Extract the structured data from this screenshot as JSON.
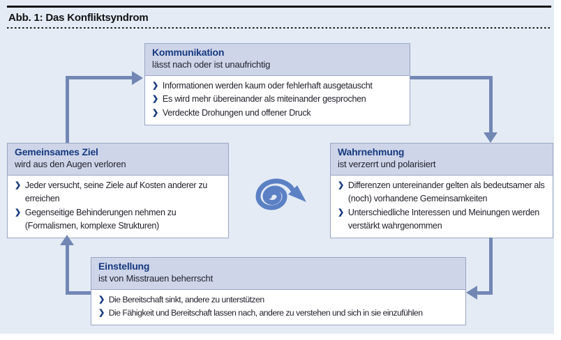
{
  "figure": {
    "label": "Abb. 1: Das Konfliktsyndrom"
  },
  "glyphs": {
    "chevron": "❯"
  },
  "colors": {
    "background": "#e4ebf5",
    "box_header_bg": "#ced5e9",
    "box_border": "#9aa5c4",
    "accent_navy": "#16397f",
    "arrow": "#7287b4",
    "spiral": "#5b80c4"
  },
  "boxes": {
    "kommunikation": {
      "title": "Kommunikation",
      "subtitle": "lässt nach oder ist unaufrichtig",
      "items": [
        "Informationen werden kaum oder fehlerhaft ausgetauscht",
        "Es wird mehr übereinander als miteinander gesprochen",
        "Verdeckte Drohungen und offener Druck"
      ]
    },
    "wahrnehmung": {
      "title": "Wahrnehmung",
      "subtitle": "ist verzerrt und polarisiert",
      "items": [
        "Differenzen untereinander gelten als bedeutsamer als (noch) vorhandene Gemeinsamkeiten",
        "Unterschiedliche Interessen und Meinungen werden verstärkt wahrgenommen"
      ]
    },
    "einstellung": {
      "title": "Einstellung",
      "subtitle": "ist von Misstrauen beherrscht",
      "items": [
        "Die Bereitschaft sinkt, andere zu unterstützen",
        "Die Fähigkeit und Bereitschaft lassen nach, andere zu verstehen und sich in sie einzufühlen"
      ]
    },
    "gemeinsames_ziel": {
      "title": "Gemeinsames Ziel",
      "subtitle": "wird aus den Augen verloren",
      "items": [
        "Jeder versucht, seine Ziele auf Kosten anderer zu erreichen",
        "Gegenseitige Behinderungen nehmen zu (Formalismen, komplexe Strukturen)"
      ]
    }
  }
}
